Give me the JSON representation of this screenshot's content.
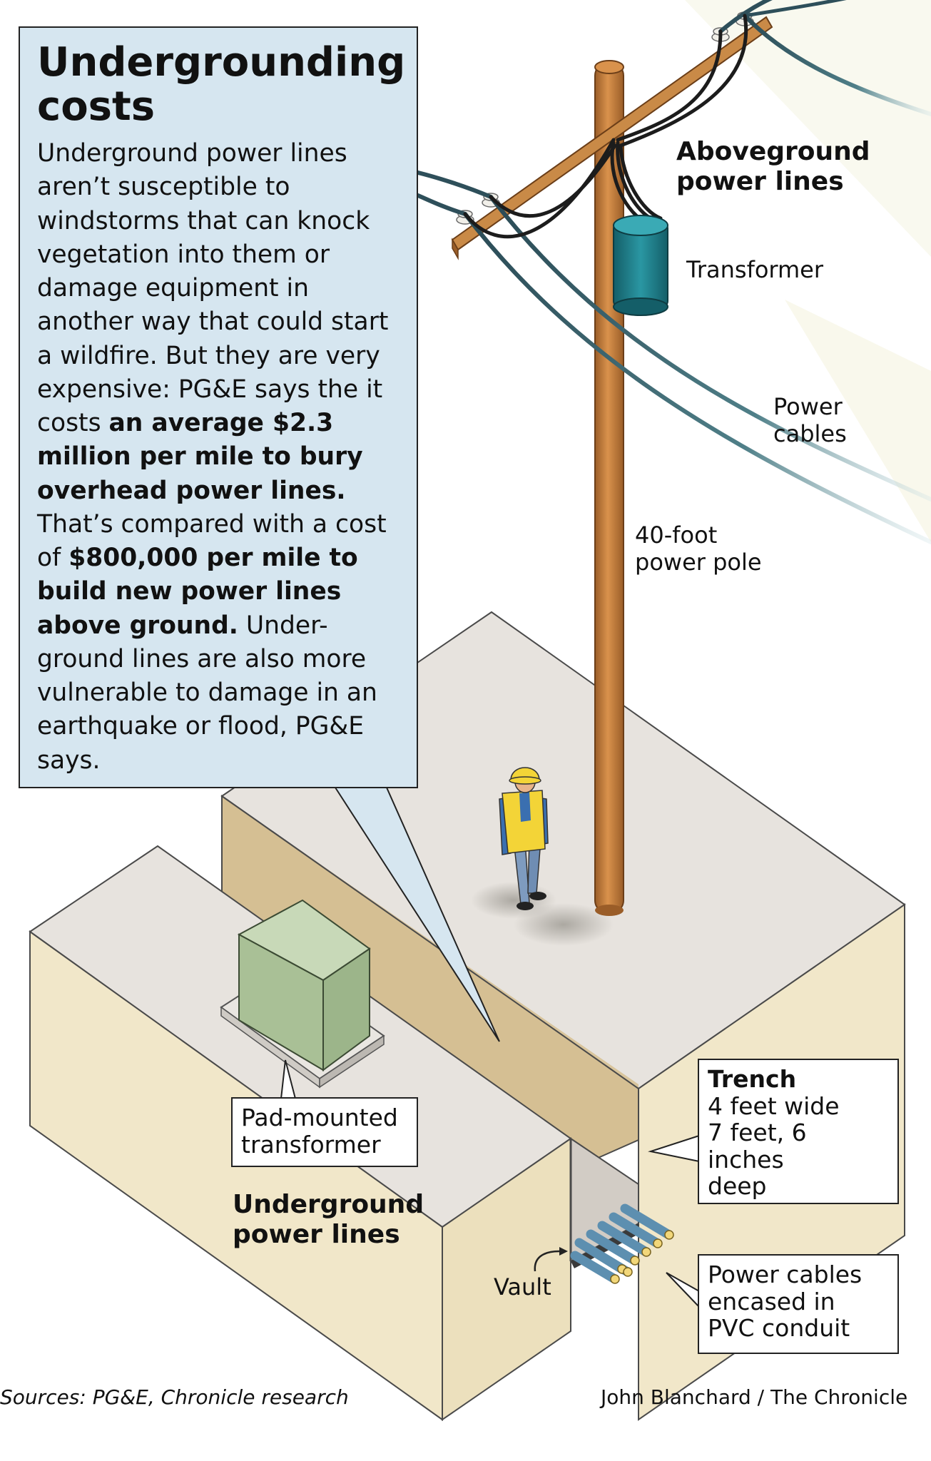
{
  "info_box": {
    "title_line1": "Undergrounding",
    "title_line2": "costs",
    "body_intro": "Underground power lines aren’t susceptible to windstorms that can knock vegetation into them or damage equipment in another way that could start a wildfire. But they are very expensive: PG&E says the it costs ",
    "body_bold1": "an average $2.3 million per mile to bury overhead power lines.",
    "body_mid": " That’s compared with a cost of ",
    "body_bold2": "$800,000 per mile to build new power lines above ground.",
    "body_end": " Under-ground lines are also more vulnerable to damage in an earthquake or flood, PG&E says."
  },
  "labels": {
    "aboveground_line1": "Aboveground",
    "aboveground_line2": "power lines",
    "transformer": "Transformer",
    "power_cables_line1": "Power",
    "power_cables_line2": "cables",
    "pole_line1": "40-foot",
    "pole_line2": "power pole",
    "underground_line1": "Underground",
    "underground_line2": "power lines",
    "vault": "Vault"
  },
  "callouts": {
    "pad_transformer_line1": "Pad-mounted",
    "pad_transformer_line2": "transformer",
    "trench_title": "Trench",
    "trench_width": "4 feet wide",
    "trench_depth_line1": "7 feet, 6 inches",
    "trench_depth_line2": "deep",
    "conduit_line1": "Power cables",
    "conduit_line2": "encased in",
    "conduit_line3": "PVC conduit"
  },
  "footer": {
    "sources": "Sources: PG&E, Chronicle research",
    "credit": "John Blanchard / The Chronicle"
  },
  "colors": {
    "info_box_bg": "#d6e6f0",
    "ground_top": "#e6e2dc",
    "soil_side": "#f0e6c8",
    "trench_wall": "#d9c49a",
    "pole_wood": "#c08040",
    "transformer_teal": "#1f7f8c",
    "pad_transformer_green": "#b4c9a4",
    "conduit_blue": "#5d8fb0",
    "worker_vest": "#f3d437",
    "worker_shirt": "#3a6fb0"
  }
}
